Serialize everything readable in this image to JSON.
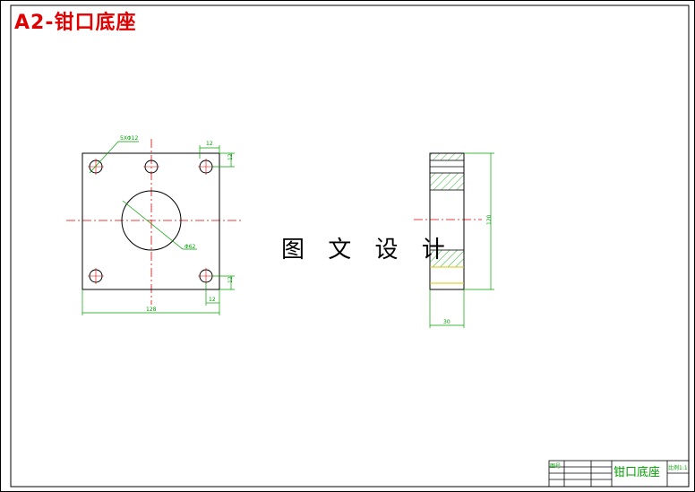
{
  "drawing": {
    "title": "A2-钳口底座",
    "watermark": "图 文 设 计"
  },
  "front_view": {
    "hole_callout": "5XΦ12",
    "center_hole_callout": "Φ62",
    "dim_top_width": "12",
    "dim_top_height": "12",
    "dim_bottom_height": "12",
    "dim_bottom_width": "12",
    "dim_overall_width": "128"
  },
  "side_view": {
    "dim_height": "120",
    "dim_width": "30"
  },
  "title_block": {
    "part_name": "钳口底座",
    "left_label": "图号",
    "right_label": "比例1:1"
  },
  "colors": {
    "outline": "#000000",
    "centerline": "#e00000",
    "dimension": "#00a000",
    "hatch": "#00a000",
    "hidden": "#d8c800",
    "title": "#e00000"
  }
}
